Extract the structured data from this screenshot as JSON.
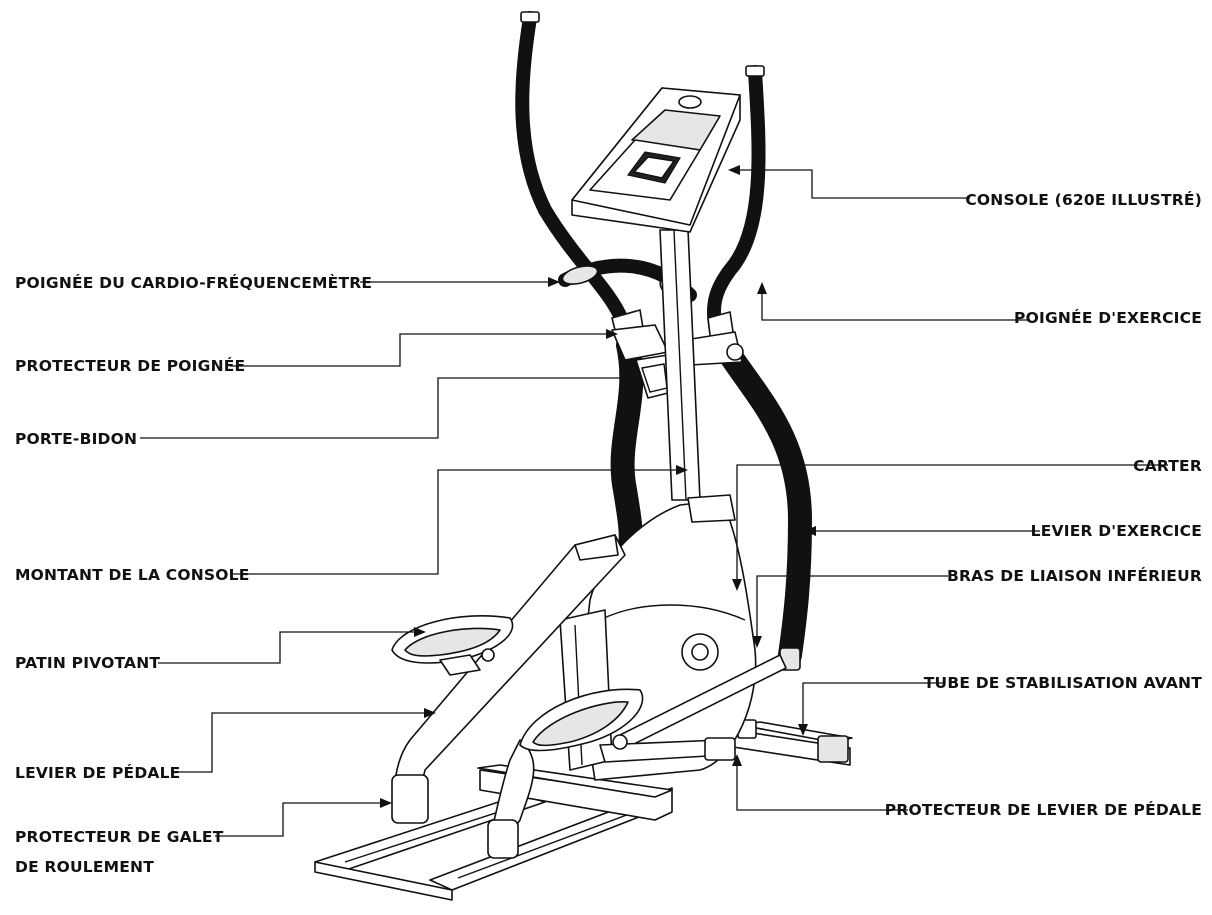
{
  "colors": {
    "ink": "#111111",
    "background": "#ffffff"
  },
  "labels": {
    "console": "CONSOLE (620E ILLUSTRÉ)",
    "heart_rate_grip": "POIGNÉE DU CARDIO-FRÉQUENCEMÈTRE",
    "exercise_handle": "POIGNÉE D'EXERCICE",
    "handle_protector": "PROTECTEUR DE POIGNÉE",
    "bottle_holder": "PORTE-BIDON",
    "housing": "CARTER",
    "exercise_lever": "LEVIER D'EXERCICE",
    "console_mast": "MONTANT DE LA CONSOLE",
    "lower_link_arm": "BRAS DE LIAISON INFÉRIEUR",
    "pivot_pad": "PATIN PIVOTANT",
    "front_stabilizer": "TUBE DE STABILISATION AVANT",
    "pedal_lever": "LEVIER DE PÉDALE",
    "pedal_lever_protector": "PROTECTEUR DE LEVIER DE PÉDALE",
    "roller_guard_line1": "PROTECTEUR DE GALET",
    "roller_guard_line2": "DE ROULEMENT"
  }
}
